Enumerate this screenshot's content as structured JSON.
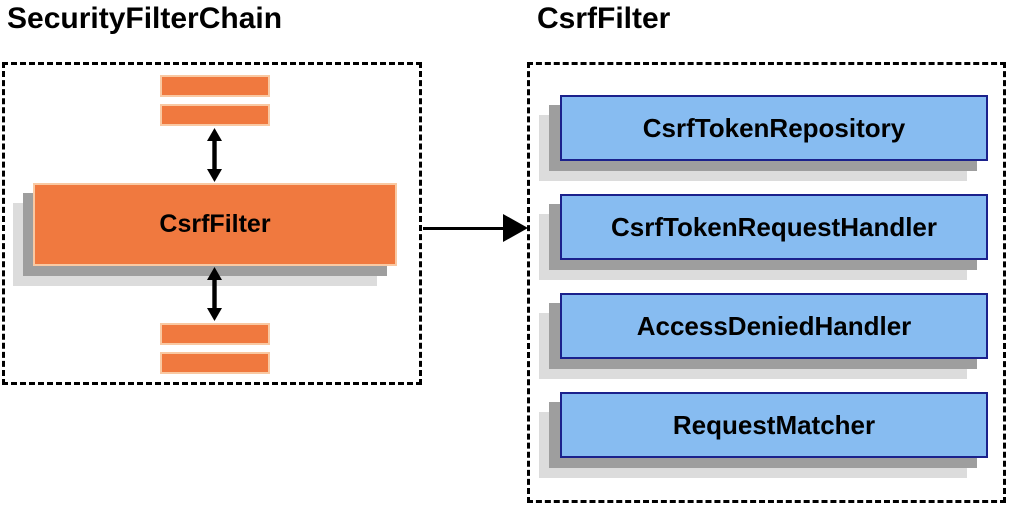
{
  "left_panel": {
    "title": "SecurityFilterChain",
    "filter_label": "CsrfFilter"
  },
  "right_panel": {
    "title": "CsrfFilter",
    "components": [
      "CsrfTokenRepository",
      "CsrfTokenRequestHandler",
      "AccessDeniedHandler",
      "RequestMatcher"
    ]
  },
  "icons": {
    "vertical_connector": "double-arrow-icon",
    "panel_connector": "flow-arrow-icon"
  },
  "colors": {
    "background": "#FFFFFF",
    "orange_fill": "#F0793F",
    "orange_border": "#F9C9A3",
    "blue_fill": "#87BCF1",
    "blue_border": "#1B218C",
    "shadow_dark": "#9E9E9E",
    "shadow_light": "#DCDCDC",
    "line_black": "#000000"
  }
}
